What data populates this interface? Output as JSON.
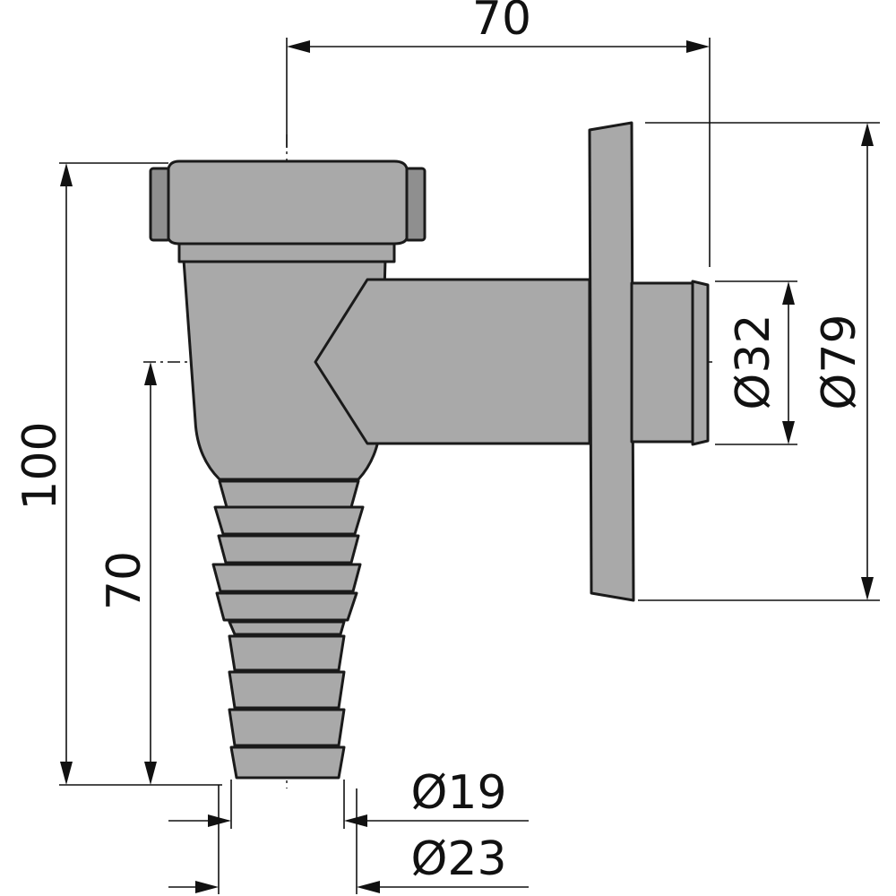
{
  "colors": {
    "part_fill": "#a9a9a9",
    "part_dark": "#8f8f8f",
    "outline": "#1a1a1a"
  },
  "dimensions": {
    "top_width": "70",
    "total_height": "100",
    "outlet_height": "70",
    "outlet_diameter": "Ø32",
    "flange_diameter": "Ø79",
    "hose_inner_diameter": "Ø19",
    "hose_outer_diameter": "Ø23"
  }
}
